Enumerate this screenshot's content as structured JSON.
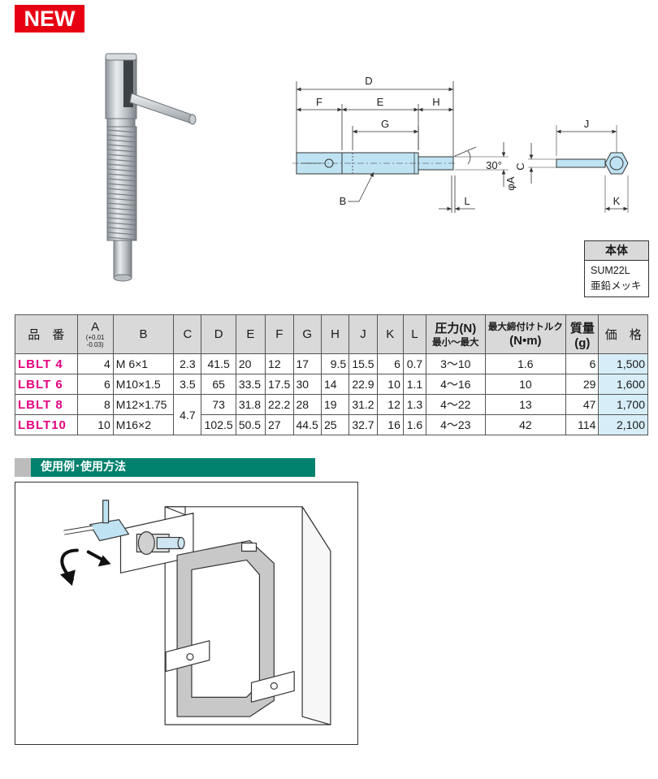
{
  "badge": "NEW",
  "dims": {
    "D": "D",
    "E": "E",
    "F": "F",
    "G": "G",
    "H": "H",
    "J": "J",
    "B": "B",
    "L": "L",
    "C": "C",
    "K": "K",
    "phiA": "φA",
    "angle": "30°"
  },
  "material": {
    "header": "本体",
    "line1": "SUM22L",
    "line2": "亜鉛メッキ"
  },
  "table": {
    "headers": {
      "code": "品　番",
      "a": "A",
      "a_tol_upper": "(+0.01",
      "a_tol_lower": "-0.03)",
      "b": "B",
      "c": "C",
      "d": "D",
      "e": "E",
      "f": "F",
      "g": "G",
      "h": "H",
      "j": "J",
      "k": "K",
      "l": "L",
      "pressure": "圧力(N)",
      "pressure_sub": "最小～最大",
      "torque": "最大締付けトルク",
      "torque_unit": "(N•m)",
      "mass": "質量",
      "mass_unit": "(g)",
      "price": "価　格"
    },
    "rows": [
      {
        "code": "LBLT 4",
        "a": "4",
        "b": "M 6×1",
        "c": "2.3",
        "d": "41.5",
        "e": "20",
        "f": "12",
        "g": "17",
        "h": "9.5",
        "j": "15.5",
        "k": "6",
        "l": "0.7",
        "pressure": "3～10",
        "torque": "1.6",
        "mass": "6",
        "price": "1,500"
      },
      {
        "code": "LBLT 6",
        "a": "6",
        "b": "M10×1.5",
        "c": "3.5",
        "d": "65",
        "e": "33.5",
        "f": "17.5",
        "g": "30",
        "h": "14",
        "j": "22.9",
        "k": "10",
        "l": "1.1",
        "pressure": "4～16",
        "torque": "10",
        "mass": "29",
        "price": "1,600"
      },
      {
        "code": "LBLT 8",
        "a": "8",
        "b": "M12×1.75",
        "c": "4.7",
        "d": "73",
        "e": "31.8",
        "f": "22.2",
        "g": "28",
        "h": "19",
        "j": "31.2",
        "k": "12",
        "l": "1.3",
        "pressure": "4～22",
        "torque": "13",
        "mass": "47",
        "price": "1,700"
      },
      {
        "code": "LBLT10",
        "a": "10",
        "b": "M16×2",
        "d": "102.5",
        "e": "50.5",
        "f": "27",
        "g": "44.5",
        "h": "25",
        "j": "32.7",
        "k": "16",
        "l": "1.6",
        "pressure": "4～23",
        "torque": "42",
        "mass": "114",
        "price": "2,100"
      }
    ]
  },
  "section": {
    "title": "使用例･使用方法"
  },
  "colors": {
    "badge": "#e60012",
    "code_text": "#e4007f",
    "price_bg": "#d7eef8",
    "section_bar": "#00826e",
    "part_fill": "#bfe3f3"
  }
}
